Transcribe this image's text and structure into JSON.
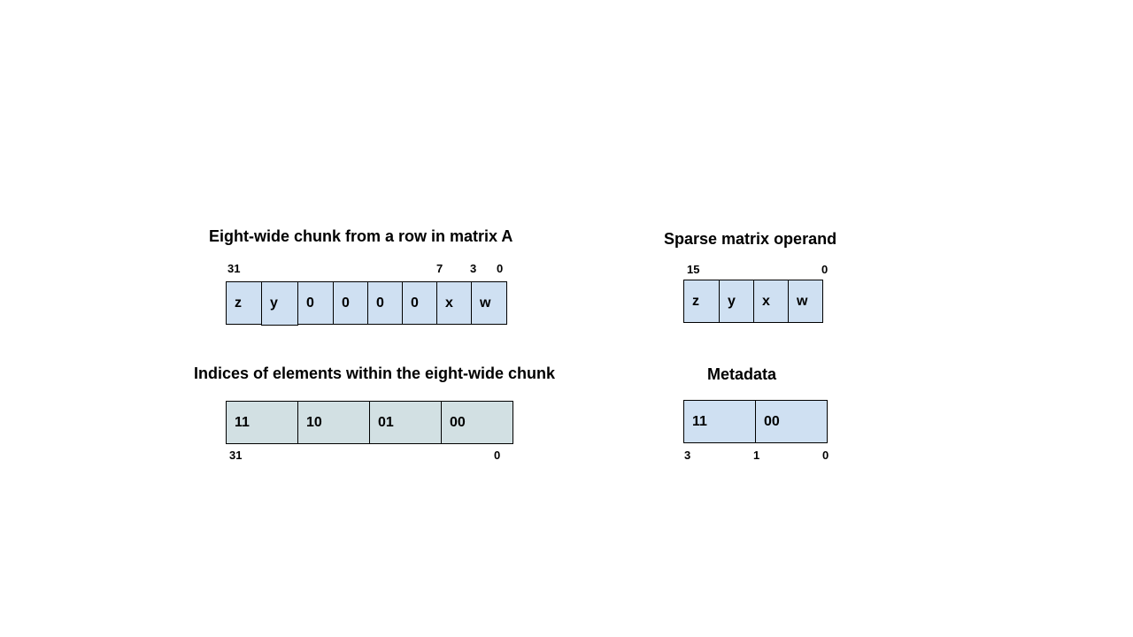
{
  "colors": {
    "cell_blue": "#cfe0f2",
    "cell_gray": "#d2e0e3",
    "border": "#000000"
  },
  "chunk": {
    "title": "Eight-wide chunk from a row in matrix A",
    "bit_labels": {
      "high": "31",
      "b7": "7",
      "b3": "3",
      "low": "0"
    },
    "cells": [
      "z",
      "y",
      "0",
      "0",
      "0",
      "0",
      "x",
      "w"
    ]
  },
  "sparse": {
    "title": "Sparse matrix operand",
    "bit_labels": {
      "high": "15",
      "low": "0"
    },
    "cells": [
      "z",
      "y",
      "x",
      "w"
    ]
  },
  "indices": {
    "title": "Indices of elements within the eight-wide chunk",
    "bit_labels": {
      "high": "31",
      "low": "0"
    },
    "cells": [
      "11",
      "10",
      "01",
      "00"
    ]
  },
  "metadata": {
    "title": "Metadata",
    "bit_labels": {
      "high": "3",
      "mid": "1",
      "low": "0"
    },
    "cells": [
      "11",
      "00"
    ]
  }
}
